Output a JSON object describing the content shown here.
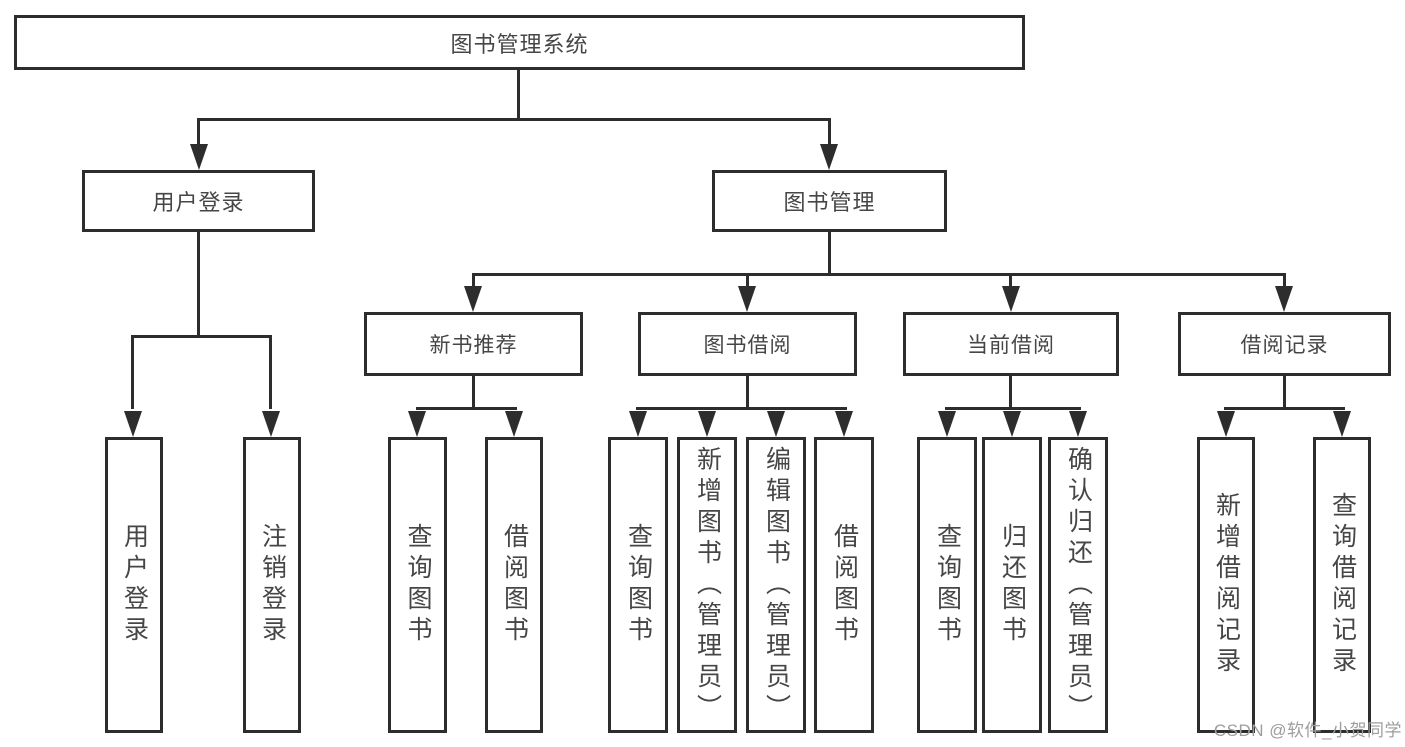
{
  "style": {
    "line_color": "#2d2d2d",
    "text_color": "#464646",
    "watermark_color": "#9d9d9d",
    "background": "#ffffff"
  },
  "tree": {
    "root": {
      "label": "图书管理系统"
    },
    "branches": [
      {
        "label": "用户登录",
        "children": [
          {
            "label": "用户登录"
          },
          {
            "label": "注销登录"
          }
        ]
      },
      {
        "label": "图书管理",
        "children": [
          {
            "label": "新书推荐",
            "children": [
              {
                "label": "查询图书"
              },
              {
                "label": "借阅图书"
              }
            ]
          },
          {
            "label": "图书借阅",
            "children": [
              {
                "label": "查询图书"
              },
              {
                "label": "新增图书（管理员）"
              },
              {
                "label": "编辑图书（管理员）"
              },
              {
                "label": "借阅图书"
              }
            ]
          },
          {
            "label": "当前借阅",
            "children": [
              {
                "label": "查询图书"
              },
              {
                "label": "归还图书"
              },
              {
                "label": "确认归还（管理员）"
              }
            ]
          },
          {
            "label": "借阅记录",
            "children": [
              {
                "label": "新增借阅记录"
              },
              {
                "label": "查询借阅记录"
              }
            ]
          }
        ]
      }
    ]
  },
  "watermark": {
    "text": "CSDN @软件_小贺同学"
  }
}
